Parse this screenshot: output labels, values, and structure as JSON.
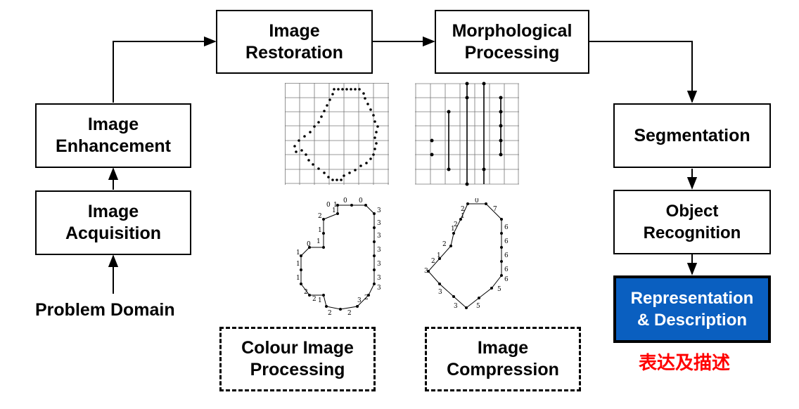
{
  "boxes": {
    "image_enhancement": [
      "Image",
      "Enhancement"
    ],
    "image_acquisition": [
      "Image",
      "Acquisition"
    ],
    "image_restoration": [
      "Image",
      "Restoration"
    ],
    "morphological_processing": [
      "Morphological",
      "Processing"
    ],
    "segmentation": [
      "Segmentation"
    ],
    "object_recognition": [
      "Object",
      "Recognition"
    ],
    "representation_description": [
      "Representation",
      "& Description"
    ],
    "colour_image_processing": [
      "Colour Image",
      "Processing"
    ],
    "image_compression": [
      "Image",
      "Compression"
    ]
  },
  "labels": {
    "problem_domain": "Problem Domain",
    "chinese_caption": "表达及描述"
  },
  "chain_code_left": {
    "codes": [
      "0",
      "0",
      "3",
      "3",
      "3",
      "3",
      "3",
      "3",
      "3",
      "2",
      "3",
      "2",
      "2",
      "2",
      "1",
      "2",
      "1",
      "1",
      "1",
      "1",
      "0",
      "1",
      "2",
      "1",
      "1",
      "0"
    ]
  },
  "chain_code_right": {
    "codes": [
      "0",
      "7",
      "6",
      "6",
      "6",
      "6",
      "6",
      "5",
      "5",
      "3",
      "3",
      "3",
      "2",
      "1",
      "2",
      "1",
      "2",
      "1",
      "2"
    ]
  },
  "colors": {
    "highlight": "#0a5fc0",
    "caption": "#ff0000"
  }
}
